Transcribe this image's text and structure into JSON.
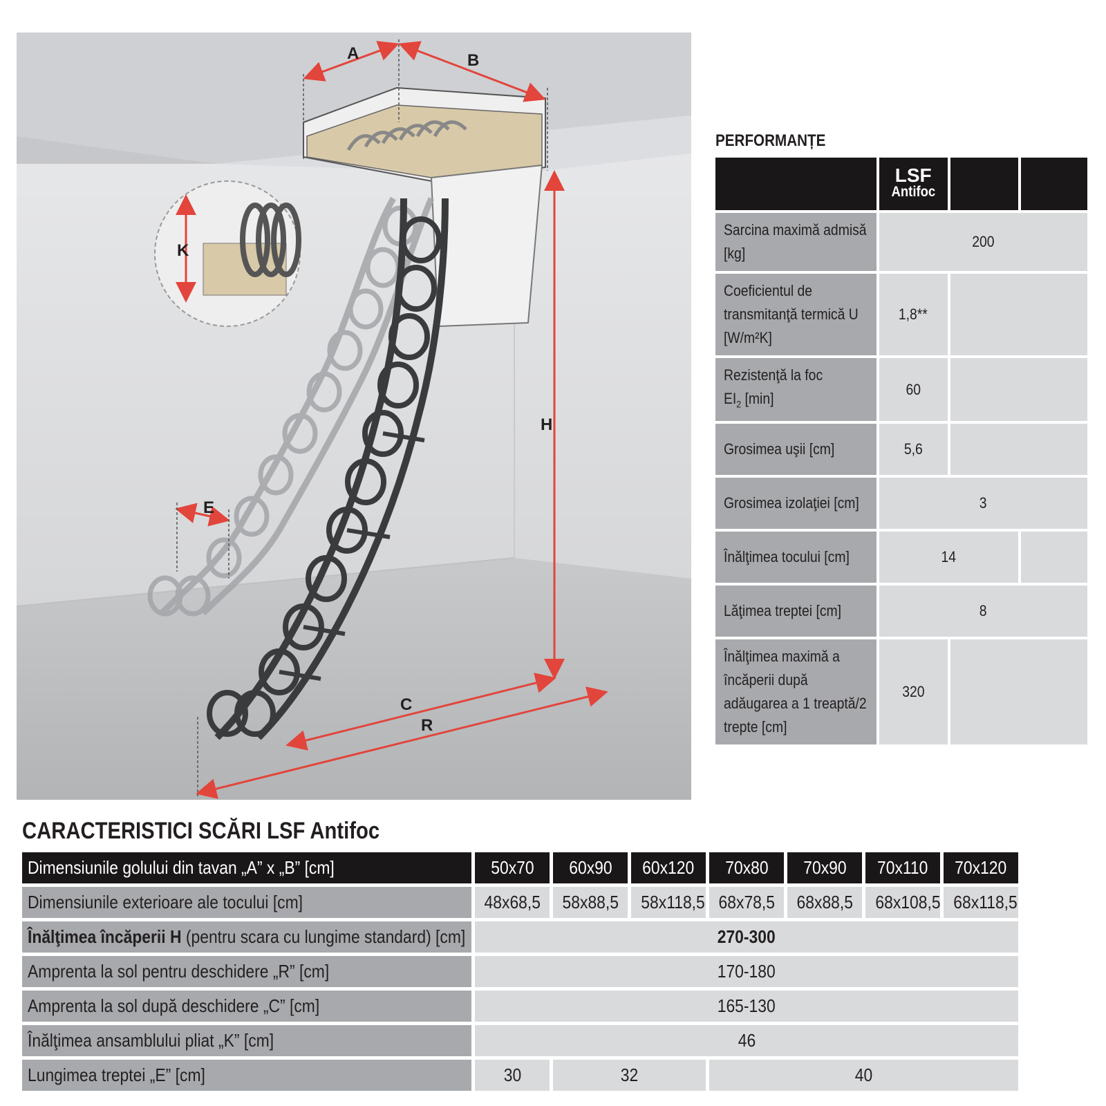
{
  "illustration": {
    "labels": {
      "a": "A",
      "b": "B",
      "k": "K",
      "h": "H",
      "e": "E",
      "c": "C",
      "r": "R"
    }
  },
  "performance": {
    "title": "PERFORMANȚE",
    "header": {
      "line1": "LSF",
      "line2": "Antifoc"
    },
    "rows": [
      {
        "label": "Sarcina maximă admisă [kg]",
        "value": "200"
      },
      {
        "label": "Coeficientul de transmitanţă termică U [W/m²K]",
        "value": "1,8**"
      },
      {
        "label": "Rezistenţă la foc",
        "label_sub_prefix": "EI",
        "label_sub": "2",
        "label_suffix": " [min]",
        "value": "60"
      },
      {
        "label": "Grosimea uşii [cm]",
        "value": "5,6"
      },
      {
        "label": "Grosimea izolaţiei [cm]",
        "value": "3"
      },
      {
        "label": "Înălţimea tocului [cm]",
        "value": "14"
      },
      {
        "label": "Lăţimea treptei [cm]",
        "value": "8"
      },
      {
        "label": "Înălţimea maximă a încăperii după adăugarea a 1 treaptă/2 trepte [cm]",
        "value": "320"
      }
    ]
  },
  "specs": {
    "title": "CARACTERISTICI SCĂRI  LSF Antifoc",
    "header_label": "Dimensiunile golului din tavan „A” x „B” [cm]",
    "sizes": [
      "50x70",
      "60x90",
      "60x120",
      "70x80",
      "70x90",
      "70x110",
      "70x120"
    ],
    "frame_label": "Dimensiunile exterioare ale tocului [cm]",
    "frame_values": [
      "48x68,5",
      "58x88,5",
      "58x118,5",
      "68x78,5",
      "68x88,5",
      "68x108,5",
      "68x118,5"
    ],
    "height_label_bold": "Înălţimea încăperii H",
    "height_label_rest": " (pentru scara cu lungime standard) [cm]",
    "height_value": "270-300",
    "r_label": "Amprenta la sol pentru deschidere „R” [cm]",
    "r_value": "170-180",
    "c_label": "Amprenta la sol după deschidere „C” [cm]",
    "c_value": "165-130",
    "k_label": "Înălţimea ansamblului pliat „K” [cm]",
    "k_value": "46",
    "e_label": "Lungimea treptei „E” [cm]",
    "e_values": [
      "30",
      "32",
      "40"
    ]
  }
}
